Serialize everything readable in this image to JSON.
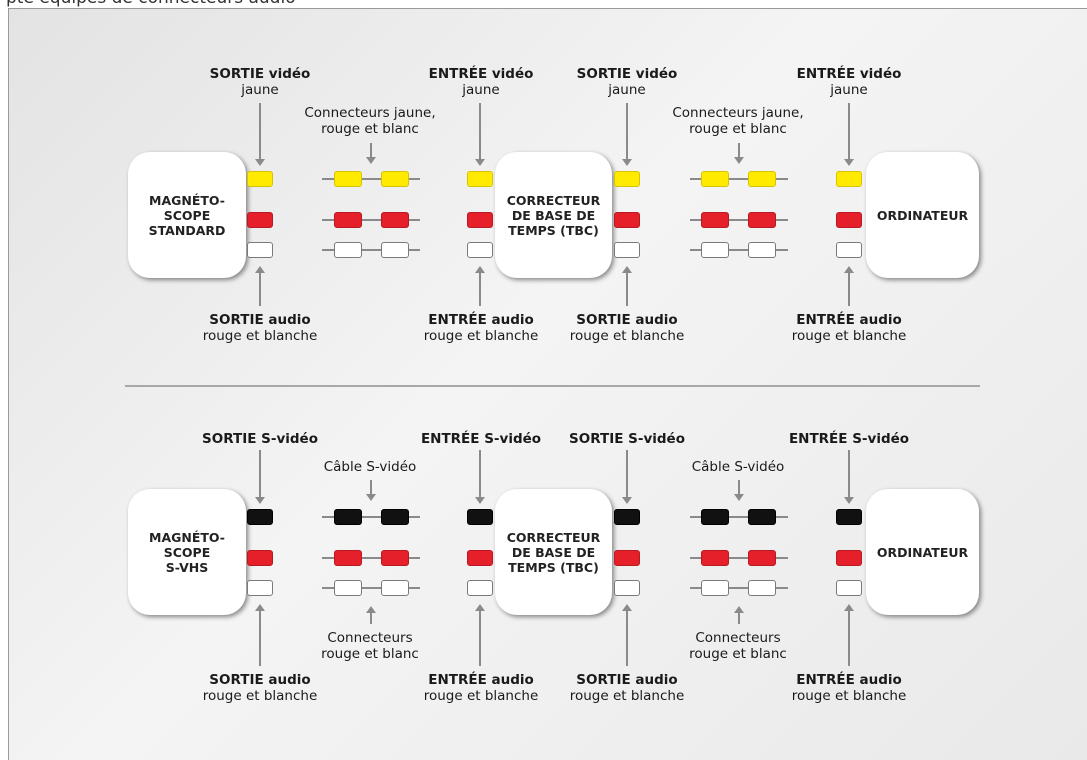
{
  "caption": "pte équipés de connecteurs audio",
  "composite": {
    "devices": {
      "vcr": "MAGNÉTO-\nSCOPE\nSTANDARD",
      "tbc": "CORRECTEUR\nDE BASE DE\nTEMPS (TBC)",
      "computer": "ORDINATEUR"
    },
    "labels": {
      "vcr_video_out": {
        "bold": "SORTIE vidéo",
        "normal": "jaune"
      },
      "tbc_video_in": {
        "bold": "ENTRÉE vidéo",
        "normal": "jaune"
      },
      "tbc_video_out": {
        "bold": "SORTIE vidéo",
        "normal": "jaune"
      },
      "pc_video_in": {
        "bold": "ENTRÉE vidéo",
        "normal": "jaune"
      },
      "vcr_audio_out": {
        "bold": "SORTIE audio",
        "normal": "rouge et blanche"
      },
      "tbc_audio_in": {
        "bold": "ENTRÉE audio",
        "normal": "rouge et blanche"
      },
      "tbc_audio_out": {
        "bold": "SORTIE audio",
        "normal": "rouge et blanche"
      },
      "pc_audio_in": {
        "bold": "ENTRÉE audio",
        "normal": "rouge et blanche"
      }
    },
    "cable_label_1": "Connecteurs jaune,\nrouge et blanc",
    "cable_label_2": "Connecteurs jaune,\nrouge et blanc"
  },
  "svideo": {
    "devices": {
      "vcr": "MAGNÉTO-\nSCOPE\nS-VHS",
      "tbc": "CORRECTEUR\nDE BASE DE\nTEMPS (TBC)",
      "computer": "ORDINATEUR"
    },
    "labels": {
      "vcr_svideo_out": {
        "bold": "SORTIE S-vidéo"
      },
      "tbc_svideo_in": {
        "bold": "ENTRÉE S-vidéo"
      },
      "tbc_svideo_out": {
        "bold": "SORTIE S-vidéo"
      },
      "pc_svideo_in": {
        "bold": "ENTRÉE S-vidéo"
      },
      "vcr_audio_out": {
        "bold": "SORTIE audio",
        "normal": "rouge et blanche"
      },
      "tbc_audio_in": {
        "bold": "ENTRÉE audio",
        "normal": "rouge et blanche"
      },
      "tbc_audio_out": {
        "bold": "SORTIE audio",
        "normal": "rouge et blanche"
      },
      "pc_audio_in": {
        "bold": "ENTRÉE audio",
        "normal": "rouge et blanche"
      }
    },
    "cable_top_1": "Câble S-vidéo",
    "cable_top_2": "Câble S-vidéo",
    "cable_bottom_1": "Connecteurs\nrouge et blanc",
    "cable_bottom_2": "Connecteurs\nrouge et blanc"
  },
  "colors": {
    "yellow": "#ffea00",
    "red": "#e5202a",
    "white": "#ffffff",
    "black": "#111111",
    "line": "#8a8a8a"
  }
}
